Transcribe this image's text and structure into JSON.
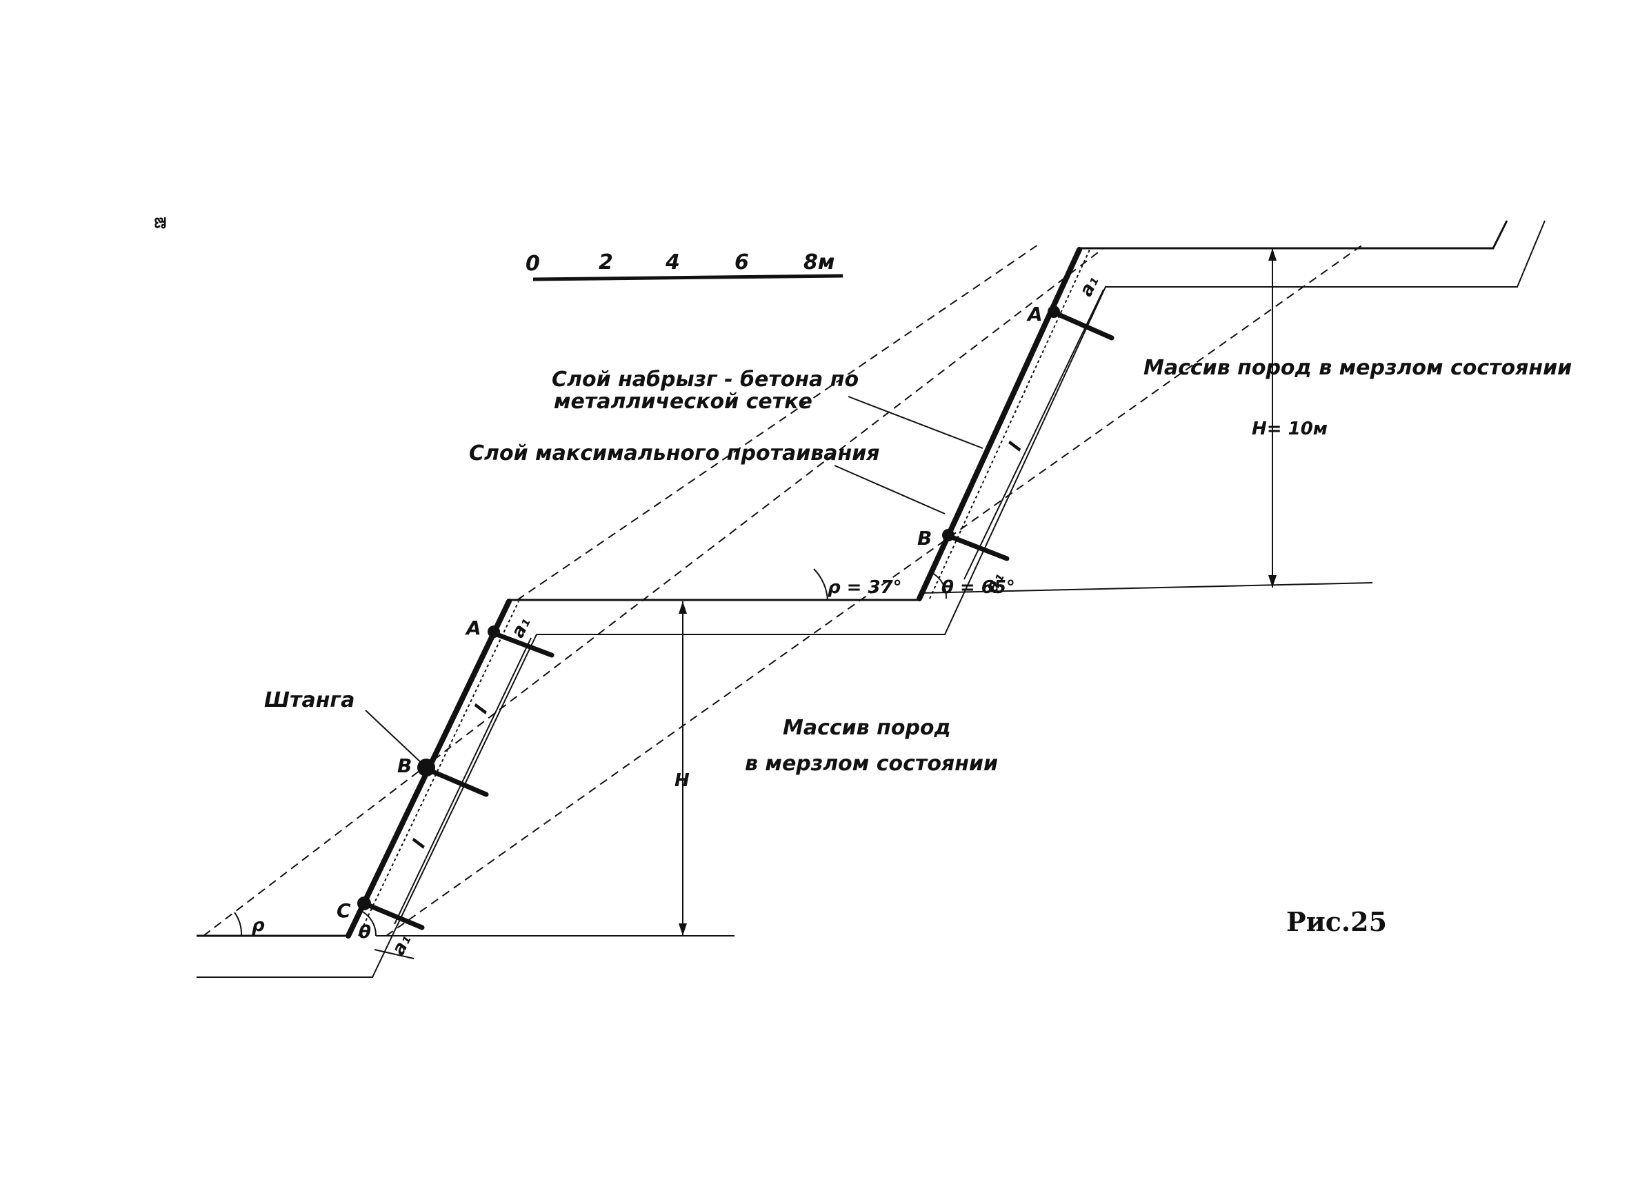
{
  "corner_mark": "ఔ",
  "scale_bar": {
    "ticks": [
      "0",
      "2",
      "4",
      "6",
      "8м"
    ]
  },
  "labels": {
    "shotcrete_line1": "Слой набрызг - бетона по",
    "shotcrete_line2": "металлической сетке",
    "thaw_layer": "Слой максимального протаивания",
    "bolt": "Штанга",
    "massif_upper": "Массив пород в мерзлом состоянии",
    "massif_lower_line1": "Массив пород",
    "massif_lower_line2": "в мерзлом состоянии",
    "height_upper": "Н= 10м",
    "height_lower": "Н",
    "angle_rho_value": "ρ = 37°",
    "angle_theta_value": "θ = 65°",
    "angle_rho": "ρ",
    "angle_theta": "θ",
    "length_l": "l",
    "offset_a": "a₁"
  },
  "points": {
    "upper_a": "A",
    "upper_b": "B",
    "lower_a": "A",
    "lower_b": "B",
    "lower_c": "C"
  },
  "figure_caption": "Рис.25"
}
